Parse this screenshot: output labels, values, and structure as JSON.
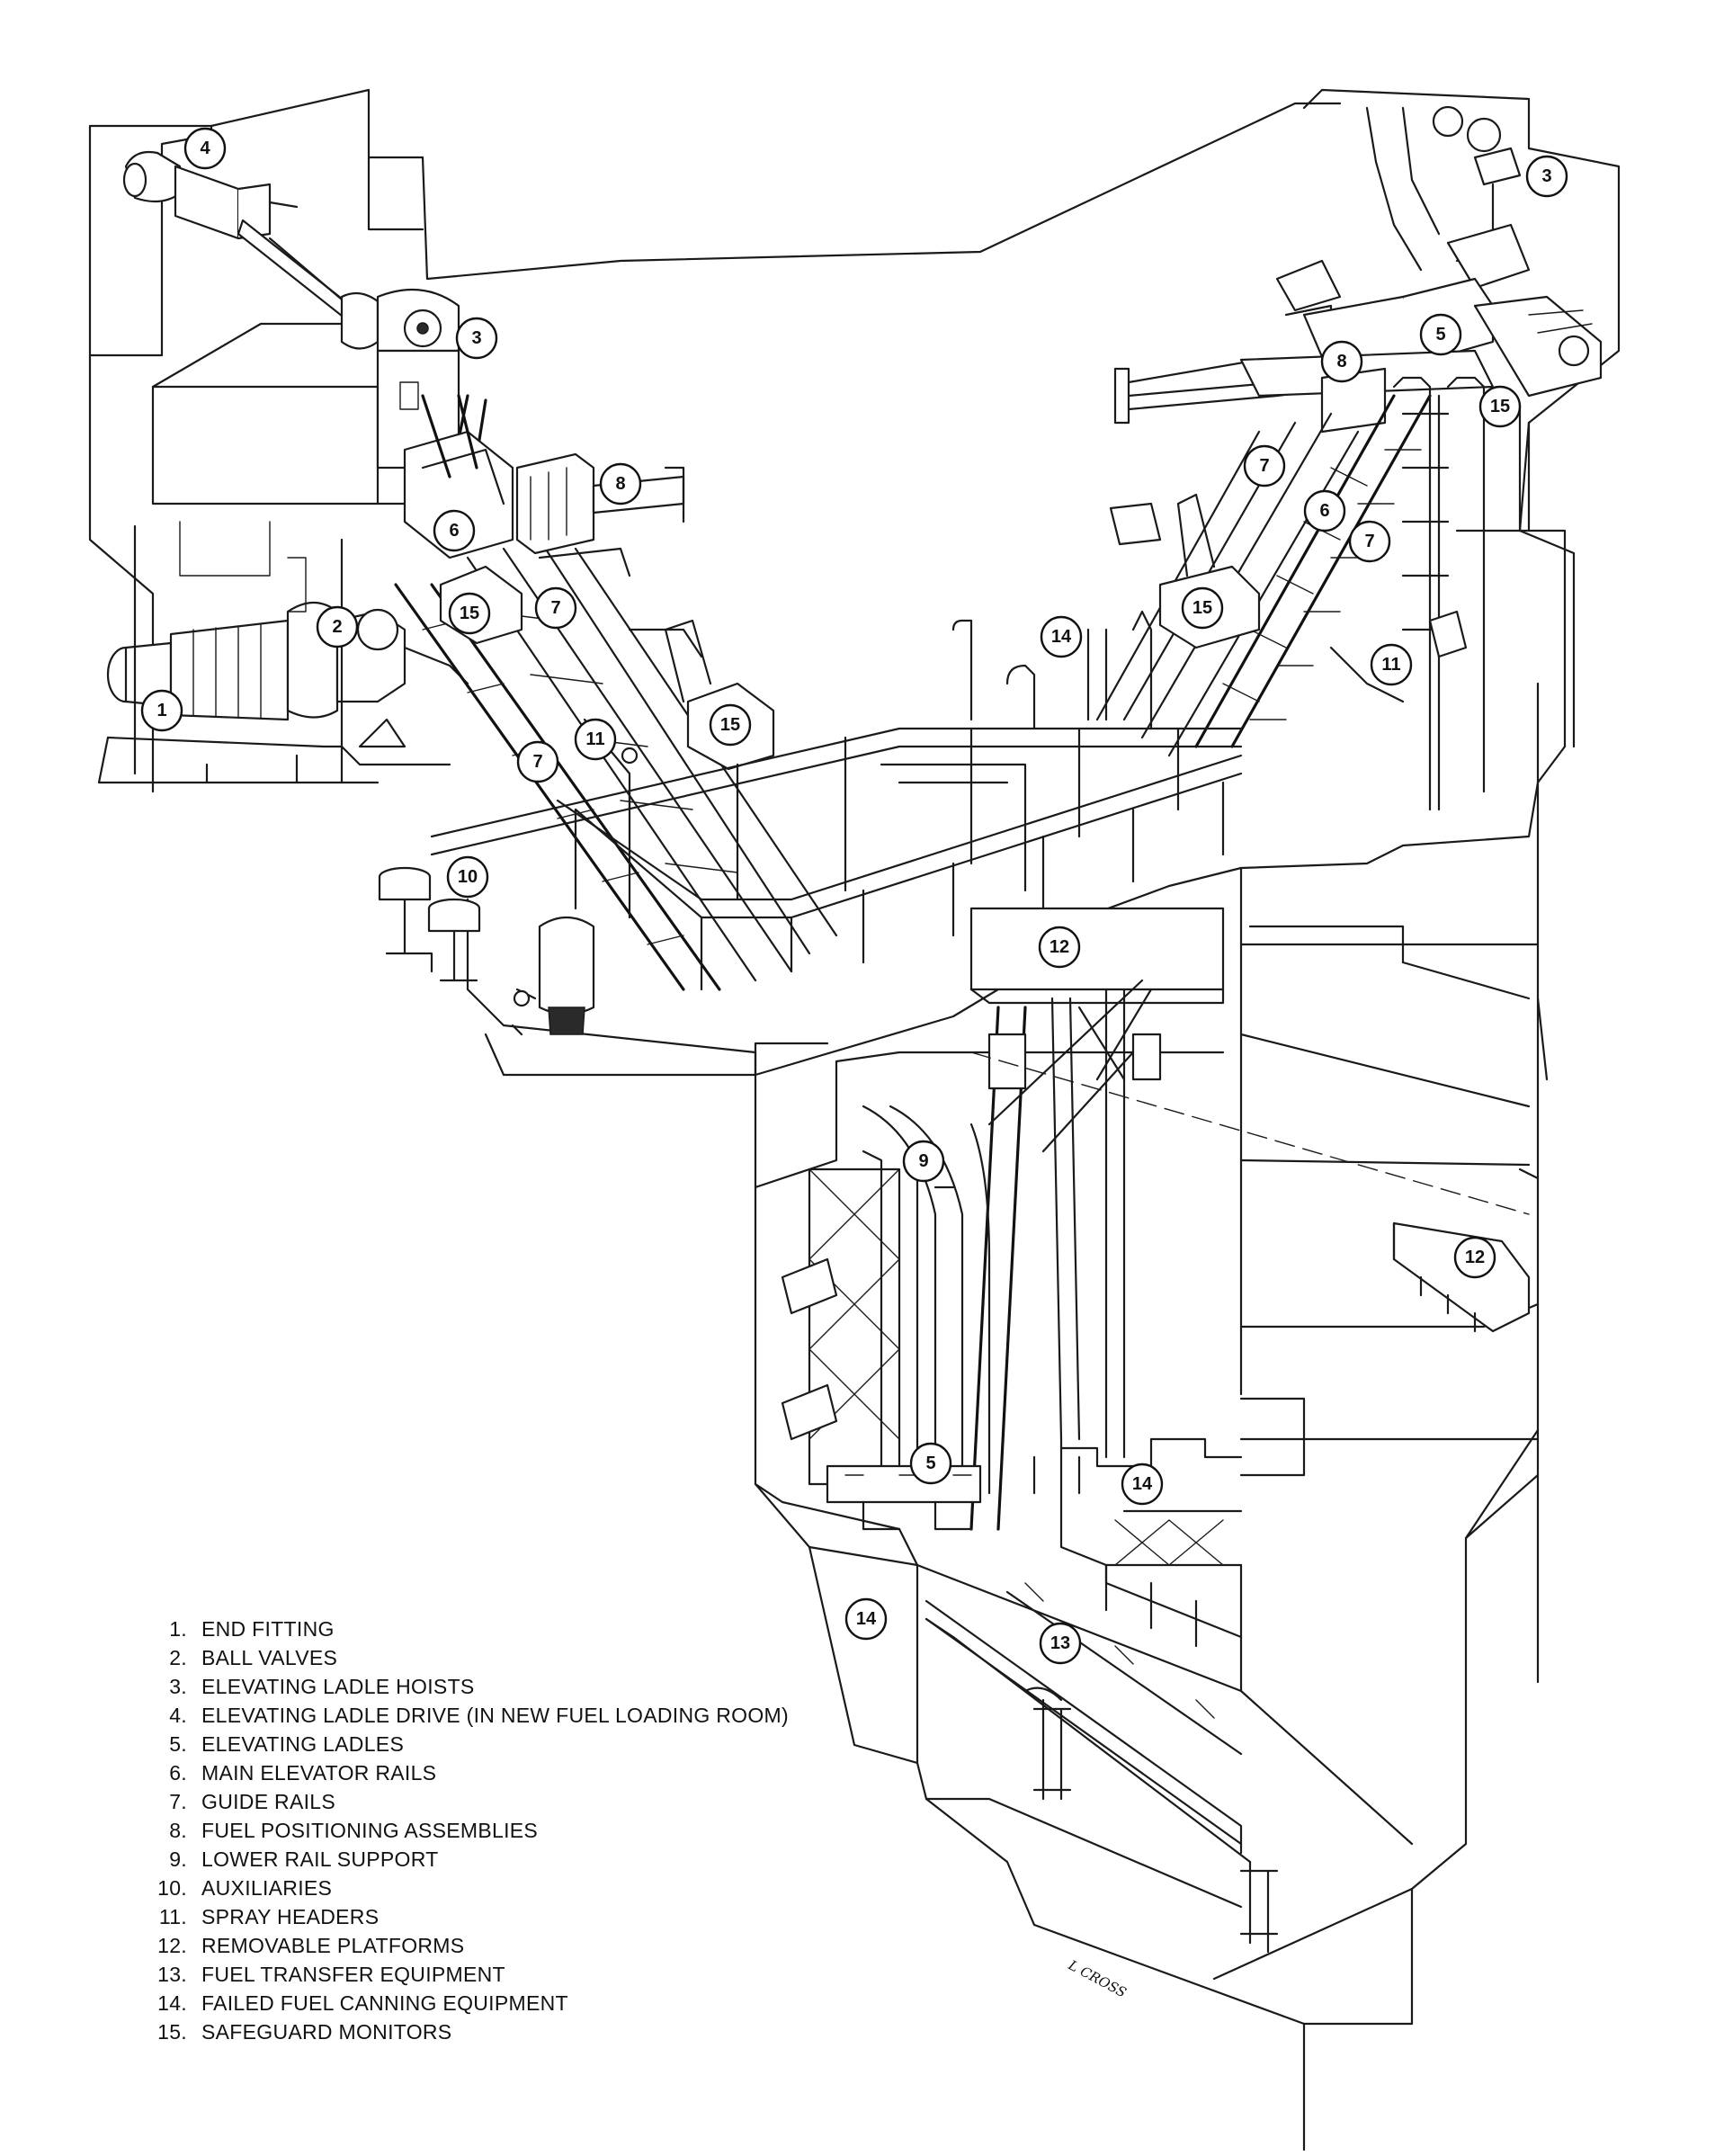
{
  "legend": [
    {
      "num": "1.",
      "label": "END FITTING"
    },
    {
      "num": "2.",
      "label": "BALL VALVES"
    },
    {
      "num": "3.",
      "label": "ELEVATING LADLE HOISTS"
    },
    {
      "num": "4.",
      "label": "ELEVATING LADLE DRIVE (IN NEW FUEL LOADING ROOM)"
    },
    {
      "num": "5.",
      "label": "ELEVATING LADLES"
    },
    {
      "num": "6.",
      "label": "MAIN ELEVATOR RAILS"
    },
    {
      "num": "7.",
      "label": "GUIDE RAILS"
    },
    {
      "num": "8.",
      "label": "FUEL POSITIONING ASSEMBLIES"
    },
    {
      "num": "9.",
      "label": "LOWER RAIL SUPPORT"
    },
    {
      "num": "10.",
      "label": "AUXILIARIES"
    },
    {
      "num": "11.",
      "label": "SPRAY HEADERS"
    },
    {
      "num": "12.",
      "label": "REMOVABLE PLATFORMS"
    },
    {
      "num": "13.",
      "label": "FUEL TRANSFER EQUIPMENT"
    },
    {
      "num": "14.",
      "label": "FAILED FUEL CANNING EQUIPMENT"
    },
    {
      "num": "15.",
      "label": "SAFEGUARD MONITORS"
    }
  ],
  "callouts": {
    "c1": "1",
    "c2": "2",
    "c3": "3",
    "c4": "4",
    "c5": "5",
    "c6": "6",
    "c7": "7",
    "c8": "8",
    "c9": "9",
    "c10": "10",
    "c11": "11",
    "c12": "12",
    "c13": "13",
    "c14": "14",
    "c15": "15"
  },
  "signature": "L CROSS"
}
